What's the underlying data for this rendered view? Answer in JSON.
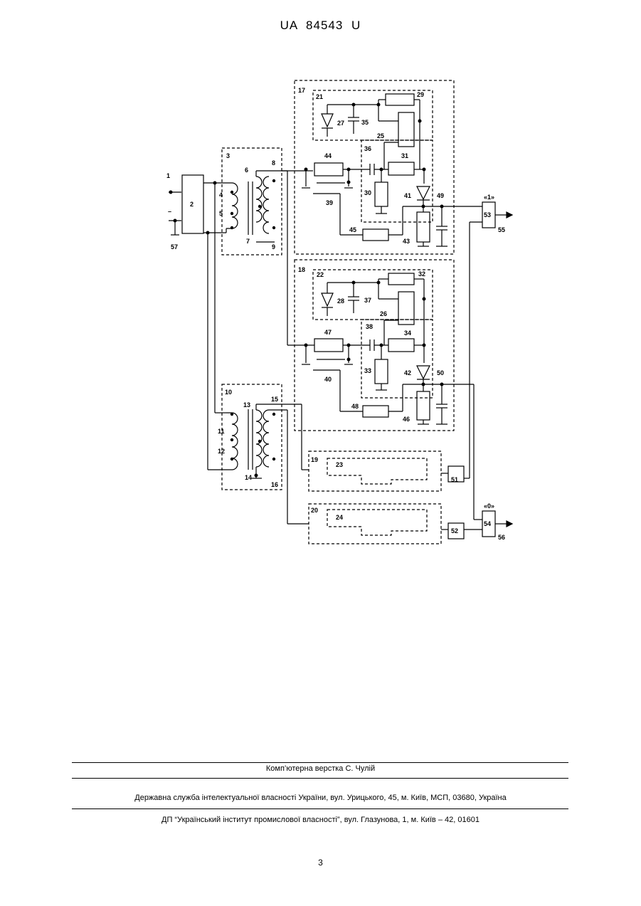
{
  "header": {
    "patent_number": "UA   84543   U"
  },
  "figure": {
    "labels": {
      "n1": "1",
      "n2": "2",
      "n3": "3",
      "n4": "4",
      "n5": "5",
      "n6": "6",
      "n7": "7",
      "n8": "8",
      "n9": "9",
      "n10": "10",
      "n11": "11",
      "n12": "12",
      "n13": "13",
      "n14": "14",
      "n15": "15",
      "n16": "16",
      "n17": "17",
      "n18": "18",
      "n19": "19",
      "n20": "20",
      "n21": "21",
      "n22": "22",
      "n23": "23",
      "n24": "24",
      "n25": "25",
      "n26": "26",
      "n27": "27",
      "n28": "28",
      "n29": "29",
      "n30": "30",
      "n31": "31",
      "n32": "32",
      "n33": "33",
      "n34": "34",
      "n35": "35",
      "n36": "36",
      "n37": "37",
      "n38": "38",
      "n39": "39",
      "n40": "40",
      "n41": "41",
      "n42": "42",
      "n43": "43",
      "n44": "44",
      "n45": "45",
      "n46": "46",
      "n47": "47",
      "n48": "48",
      "n49": "49",
      "n50": "50",
      "n51": "51",
      "n52": "52",
      "n53": "53",
      "n54": "54",
      "n55": "55",
      "n56": "56",
      "n57": "57"
    },
    "output_one": "«1»",
    "output_zero": "«0»",
    "minus_sign": "–"
  },
  "footer": {
    "layout_credit": "Комп’ютерна верстка С. Чулій",
    "agency": "Державна служба інтелектуальної власності України, вул. Урицького, 45, м. Київ, МСП, 03680, Україна",
    "institute": "ДП “Український інститут промислової власності”, вул. Глазунова, 1, м. Київ – 42, 01601"
  },
  "page_number": "3"
}
